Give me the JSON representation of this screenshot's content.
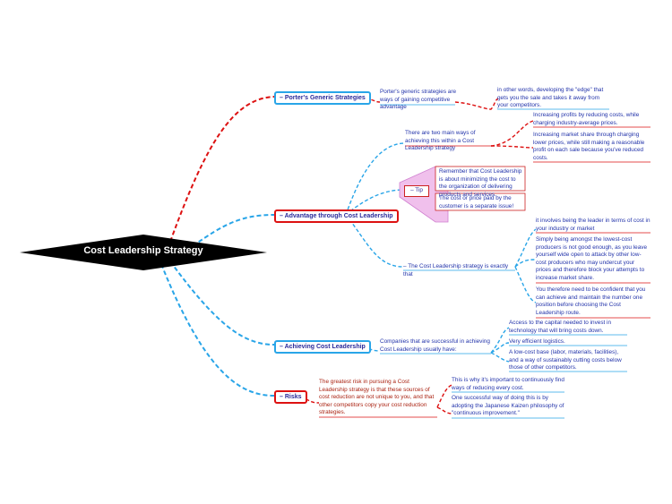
{
  "center": {
    "label": "Cost Leadership Strategy"
  },
  "branches": {
    "porter": {
      "label": "– Porter's Generic Strategies",
      "text": "Porter's generic strategies are ways of gaining competitive advantage",
      "sub": "in other words, developing the \"edge\" that gets you the sale and takes it away from your competitors."
    },
    "advantage": {
      "label": "– Advantage through Cost Leadership",
      "two_ways": "There are two main ways of achieving this within a Cost Leadership strategy",
      "way1": "Increasing profits by reducing costs, while charging industry-average prices.",
      "way2": "Increasing market share through charging lower prices, while still making a reasonable profit on each sale because you've reduced costs.",
      "tip_label": "– Tip",
      "tip1": "Remember that Cost Leadership is about minimizing the cost to the organization of delivering products and services.",
      "tip2": "The cost or price paid by the customer is a separate issue!",
      "exactly": "– The Cost Leadership strategy is exactly that",
      "ex1": "it involves being the leader in terms of cost in your industry or market",
      "ex2": "Simply being amongst the lowest-cost producers is not good enough, as you leave yourself wide open to attack by other low-cost producers who may undercut your prices and therefore block your attempts to increase market share.",
      "ex3": "You therefore need to be confident that you can achieve and maintain the number one position before choosing the Cost Leadership route."
    },
    "achieving": {
      "label": "– Achieving Cost Leadership",
      "text": "Companies that are successful in achieving Cost Leadership usually have:",
      "i1": "Access to the capital needed to invest in technology that will bring costs down.",
      "i2": "Very efficient logistics.",
      "i3": "A low-cost base (labor, materials, facilities), and a way of sustainably cutting costs below those of other competitors."
    },
    "risks": {
      "label": "– Risks",
      "text": "The greatest risk in pursuing a Cost Leadership strategy is that these sources of cost reduction are not unique to you, and that other competitors copy your cost reduction strategies.",
      "r1": "This is why it's important to continuously find ways of reducing every cost.",
      "r2": "One successful way of doing this is by adopting the Japanese Kaizen philosophy of \"continuous improvement.\""
    }
  },
  "colors": {
    "blue": "#29a5e8",
    "red": "#dd1111",
    "pink": "#e8a0e0",
    "center": "#000000"
  }
}
